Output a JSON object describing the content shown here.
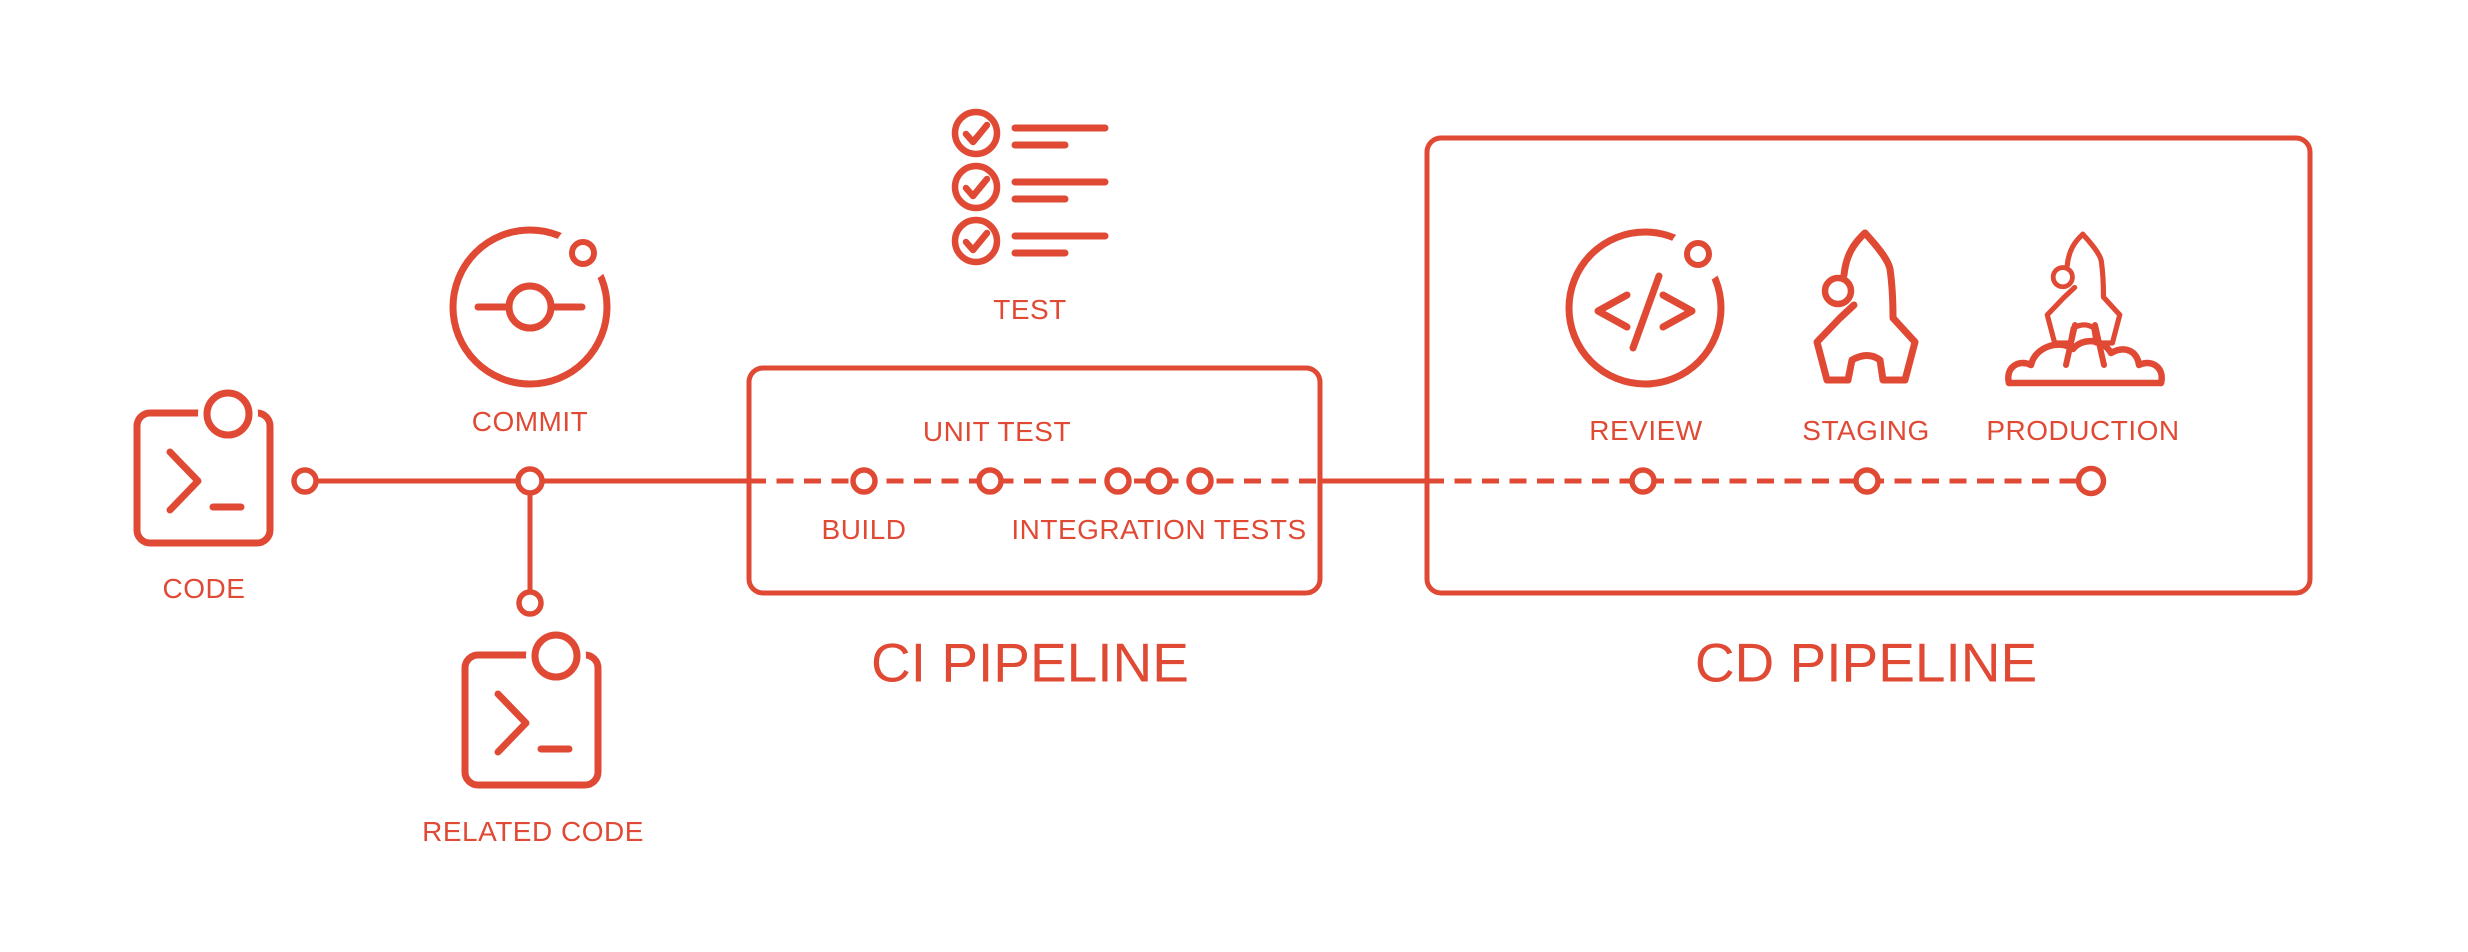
{
  "colors": {
    "accent": "#E04A35",
    "background": "#FFFFFF"
  },
  "diagram": {
    "kind": "ci-cd-pipeline-flow",
    "labels": {
      "code": "CODE",
      "commit": "COMMIT",
      "related_code": "RELATED CODE",
      "test": "TEST",
      "build": "BUILD",
      "unit_test": "UNIT TEST",
      "integration_tests": "INTEGRATION TESTS",
      "review": "REVIEW",
      "staging": "STAGING",
      "production": "PRODUCTION"
    },
    "sections": {
      "ci_title": "CI PIPELINE",
      "cd_title": "CD PIPELINE"
    },
    "icons": [
      "terminal-code-icon",
      "commit-orbit-icon",
      "terminal-related-code-icon",
      "checklist-icon",
      "code-review-icon",
      "rocket-icon",
      "rocket-launch-icon"
    ],
    "flow_order": [
      "CODE",
      "COMMIT",
      "BUILD",
      "UNIT TEST",
      "INTEGRATION TESTS",
      "REVIEW",
      "STAGING",
      "PRODUCTION"
    ]
  }
}
